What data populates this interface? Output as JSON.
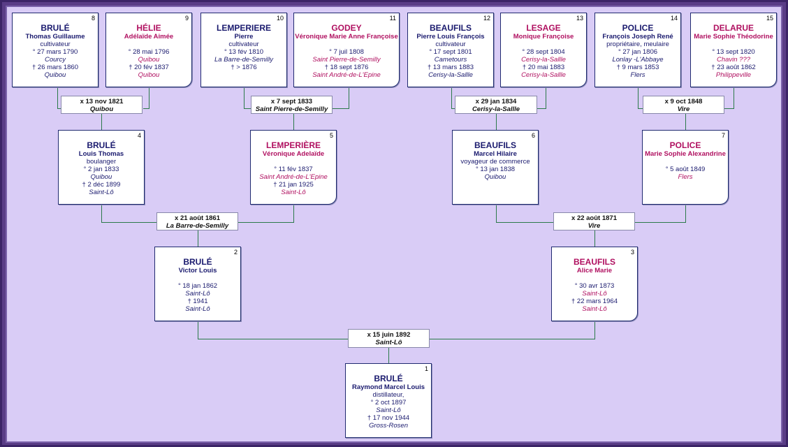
{
  "persons": {
    "p8": {
      "num": "8",
      "surname": "BRULÉ",
      "given": "Thomas Guillaume",
      "lines": [
        "cultivateur",
        "° 27 mars 1790",
        "Courcy",
        "† 26 mars 1860",
        "Quibou"
      ],
      "italic": [
        false,
        false,
        true,
        false,
        true
      ]
    },
    "p9": {
      "num": "9",
      "surname": "HÉLIE",
      "given": "Adélaïde Aimée",
      "lines": [
        "",
        "° 28 mai 1796",
        "Quibou",
        "† 20 fév 1837",
        "Quibou"
      ],
      "italic": [
        false,
        false,
        true,
        false,
        true
      ]
    },
    "p10": {
      "num": "10",
      "surname": "LEMPERIERE",
      "given": "Pierre",
      "lines": [
        "cultivateur",
        "° 13 fév 1810",
        "La Barre-de-Semilly",
        "† > 1876",
        ""
      ],
      "italic": [
        false,
        false,
        true,
        false,
        false
      ]
    },
    "p11": {
      "num": "11",
      "surname": "GODEY",
      "given": "Véronique Marie Anne Françoise",
      "lines": [
        "",
        "° 7 juil 1808",
        "Saint Pierre-de-Semilly",
        "† 18 sept 1876",
        "Saint André-de-L'Epine"
      ],
      "italic": [
        false,
        false,
        true,
        false,
        true
      ]
    },
    "p12": {
      "num": "12",
      "surname": "BEAUFILS",
      "given": "Pierre Louis François",
      "lines": [
        "cultivateur",
        "° 17 sept 1801",
        "Cametours",
        "† 13 mars 1883",
        "Cerisy-la-Sallle"
      ],
      "italic": [
        false,
        false,
        true,
        false,
        true
      ]
    },
    "p13": {
      "num": "13",
      "surname": "LESAGE",
      "given": "Monique Françoise",
      "lines": [
        "",
        "° 28 sept 1804",
        "Cerisy-la-Sallle",
        "† 20 mai 1883",
        "Cerisy-la-Sallle"
      ],
      "italic": [
        false,
        false,
        true,
        false,
        true
      ]
    },
    "p14": {
      "num": "14",
      "surname": "POLICE",
      "given": "François Joseph René",
      "lines": [
        "propriétaire, meulaire",
        "° 27 jan 1806",
        "Lonlay -L'Abbaye",
        "† 9 mars 1853",
        "Flers"
      ],
      "italic": [
        false,
        false,
        true,
        false,
        true
      ]
    },
    "p15": {
      "num": "15",
      "surname": "DELARUE",
      "given": "Marie Sophie Théodorine",
      "lines": [
        "",
        "° 13 sept 1820",
        "Chavin ???",
        "† 23 août 1862",
        "Philippeville"
      ],
      "italic": [
        false,
        false,
        true,
        false,
        true
      ]
    },
    "p4": {
      "num": "4",
      "surname": "BRULÉ",
      "given": "Louis Thomas",
      "lines": [
        "boulanger",
        "° 2 jan 1833",
        "Quibou",
        "† 2 déc 1899",
        "Saint-Lô"
      ],
      "italic": [
        false,
        false,
        true,
        false,
        true
      ]
    },
    "p5": {
      "num": "5",
      "surname": "LEMPERIÈRE",
      "given": "Véronique Adelaïde",
      "lines": [
        "",
        "° 11 fév 1837",
        "Saint André-de-L'Epine",
        "† 21 jan 1925",
        "Saint-Lô"
      ],
      "italic": [
        false,
        false,
        true,
        false,
        true
      ]
    },
    "p6": {
      "num": "6",
      "surname": "BEAUFILS",
      "given": "Marcel Hilaire",
      "lines": [
        "voyageur de commerce",
        "° 13 jan 1838",
        "Quibou",
        "",
        ""
      ],
      "italic": [
        false,
        false,
        true,
        false,
        false
      ]
    },
    "p7": {
      "num": "7",
      "surname": "POLICE",
      "given": "Marie Sophie Alexandrine",
      "lines": [
        "",
        "° 5 août 1849",
        "Flers",
        "",
        ""
      ],
      "italic": [
        false,
        false,
        true,
        false,
        false
      ]
    },
    "p2": {
      "num": "2",
      "surname": "BRULÉ",
      "given": "Victor Louis",
      "lines": [
        "",
        "° 18 jan 1862",
        "Saint-Lô",
        "† 1941",
        "Saint-Lô"
      ],
      "italic": [
        false,
        false,
        true,
        false,
        true
      ]
    },
    "p3": {
      "num": "3",
      "surname": "BEAUFILS",
      "given": "Alice Marie",
      "lines": [
        "",
        "° 30 avr 1873",
        "Saint-Lô",
        "† 22 mars 1964",
        "Saint-Lô"
      ],
      "italic": [
        false,
        false,
        true,
        false,
        true
      ]
    },
    "p1": {
      "num": "1",
      "surname": "BRULÉ",
      "given": "Raymond Marcel Louis",
      "lines": [
        "distillateur,",
        "° 2 oct 1897",
        "Saint-Lô",
        "† 17 nov 1944",
        "Gross-Rosen"
      ],
      "italic": [
        false,
        false,
        true,
        false,
        true
      ]
    }
  },
  "marriages": {
    "m8": {
      "date": "x 13 nov 1821",
      "place": "Quibou"
    },
    "m10": {
      "date": "x 7 sept 1833",
      "place": "Saint Pierre-de-Semilly"
    },
    "m12": {
      "date": "x 29 jan 1834",
      "place": "Cerisy-la-Sallle"
    },
    "m14": {
      "date": "x 9 oct 1848",
      "place": "Vire"
    },
    "m4": {
      "date": "x 21 août 1861",
      "place": "La Barre-de-Semilly"
    },
    "m6": {
      "date": "x 22 août 1871",
      "place": "Vire"
    },
    "m2": {
      "date": "x 15 juin 1892",
      "place": "Saint-Lô"
    }
  },
  "colors": {
    "male": "#1a1a6e",
    "female": "#b01060",
    "connector": "#2c7a4a",
    "background": "#d9ccf6",
    "frame": "#5a3d86"
  }
}
